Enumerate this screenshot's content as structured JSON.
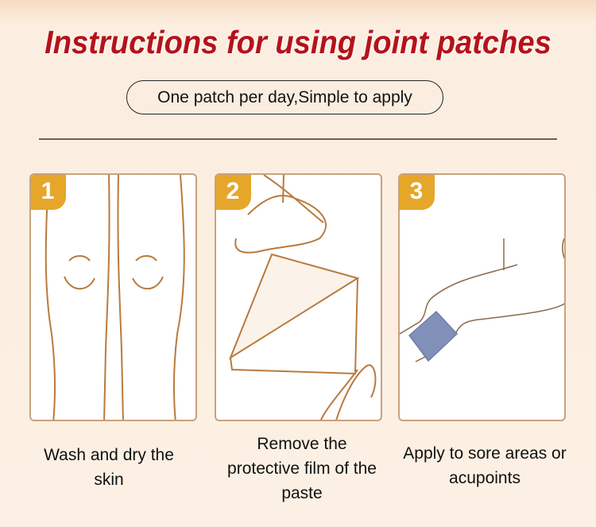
{
  "title": "Instructions for using joint patches",
  "subtitle": "One patch per day,Simple to apply",
  "steps": [
    {
      "number": "1",
      "caption": "Wash and dry the skin"
    },
    {
      "number": "2",
      "caption": "Remove the protective film of the paste"
    },
    {
      "number": "3",
      "caption": "Apply to sore areas or acupoints"
    }
  ],
  "colors": {
    "title": "#b5121b",
    "badge": "#e6a62a",
    "line": "#b97a3e",
    "patch": "#7f8fb5"
  }
}
